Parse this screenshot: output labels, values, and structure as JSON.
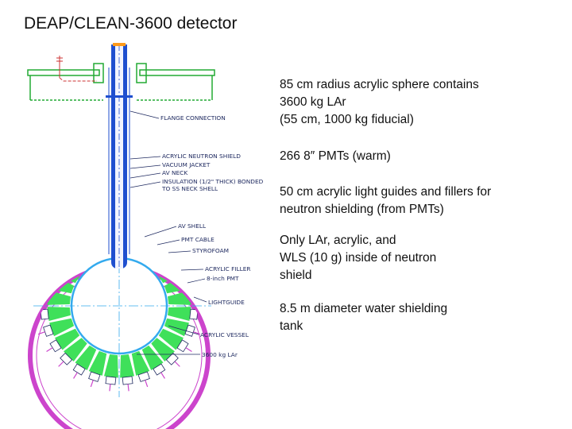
{
  "slide": {
    "title": "DEAP/CLEAN-3600 detector"
  },
  "diagram": {
    "labels": [
      "FLANGE CONNECTION",
      "ACRYLIC NEUTRON SHIELD",
      "VACUUM JACKET",
      "AV NECK",
      "INSULATION (1/2\" THICK) BONDED",
      "TO SS NECK SHELL",
      "AV SHELL",
      "PMT CABLE",
      "STYROFOAM",
      "ACRYLIC FILLER",
      "8-inch PMT",
      "LIGHTGUIDE",
      "ACRYLIC VESSEL",
      "3600 kg LAr"
    ],
    "colors": {
      "neck_blue": "#1f4fcf",
      "pmt_green": "#3fe05a",
      "shield_magenta": "#cc44cc",
      "flange_green": "#22aa33",
      "vessel_cyan": "#33aaee",
      "label_navy": "#1f2a60",
      "top_orange": "#ff9a1a"
    }
  },
  "info_items": [
    "85 cm radius acrylic sphere contains\n3600 kg LAr\n (55 cm, 1000 kg fiducial)",
    "266  8″ PMTs (warm)",
    "50 cm acrylic light guides and fillers for\n neutron shielding (from PMTs)",
    "Only LAr, acrylic, and\nWLS (10 g) inside of neutron\nshield",
    "8.5 m diameter water shielding\ntank"
  ]
}
